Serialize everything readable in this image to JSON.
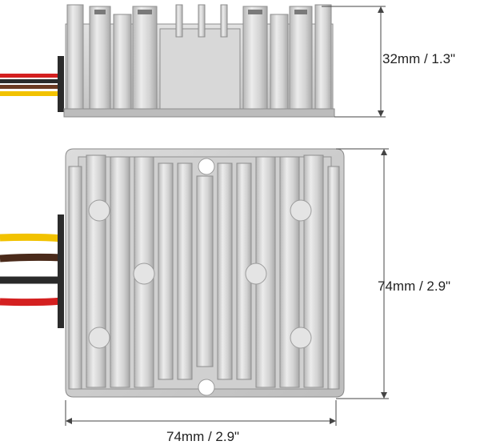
{
  "dimensions": {
    "top_view_height": "32mm / 1.3\"",
    "front_view_height": "74mm / 2.9\"",
    "front_view_width": "74mm / 2.9\""
  },
  "colors": {
    "metal_light": "#e6e6e6",
    "metal_mid": "#c9c9c9",
    "metal_dark": "#9a9a9a",
    "wire_yellow": "#f2c200",
    "wire_black": "#2a2a2a",
    "wire_red": "#d42020",
    "wire_brown": "#6b3a22",
    "dimension_line": "#444444"
  }
}
